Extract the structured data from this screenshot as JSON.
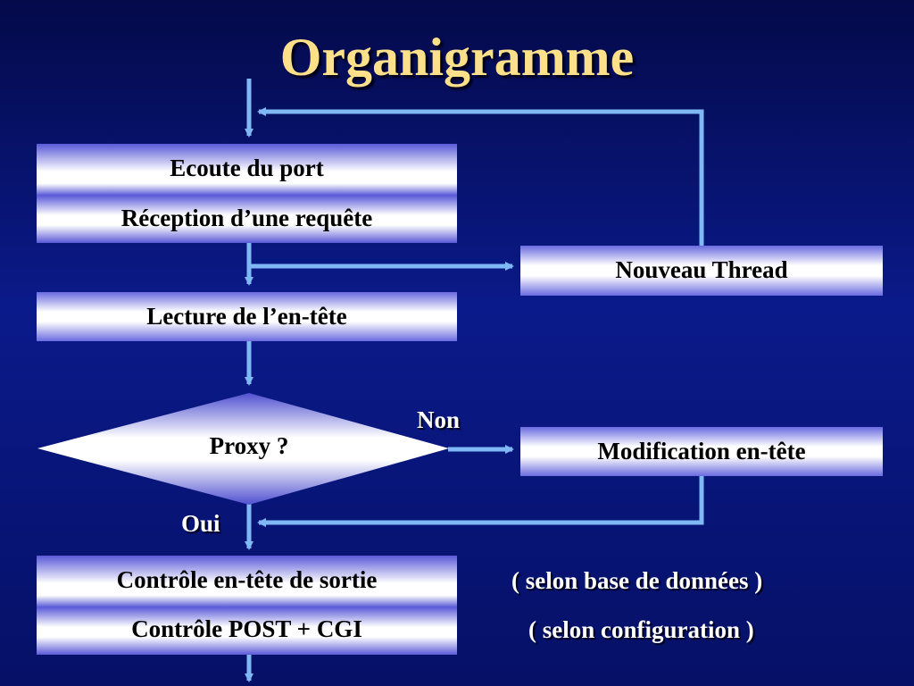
{
  "title": "Organigramme",
  "boxes": {
    "ecoute": "Ecoute du port",
    "reception": "Réception d’une requête",
    "nouveau_thread": "Nouveau Thread",
    "lecture": "Lecture de l’en-tête",
    "proxy": "Proxy ?",
    "modification": "Modification en-tête",
    "controle_entete": "Contrôle en-tête de sortie",
    "controle_post": "Contrôle POST + CGI"
  },
  "labels": {
    "non": "Non",
    "oui": "Oui"
  },
  "notes": {
    "base_donnees": "( selon base de données )",
    "configuration": "( selon configuration )"
  },
  "colors": {
    "title": "#fde08a",
    "arrow": "#7fb8f5",
    "box_gradient_edge": "#5a5ad8"
  }
}
